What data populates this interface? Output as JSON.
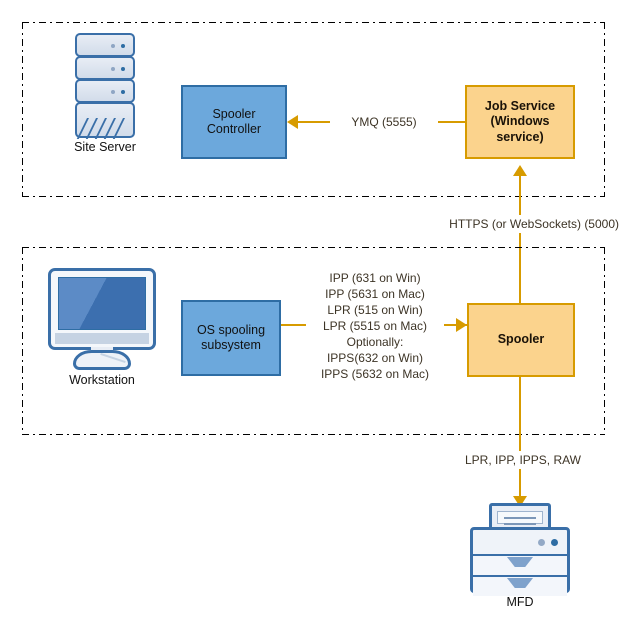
{
  "diagram": {
    "title": "Print architecture: Site Server and Workstation zones",
    "colors": {
      "blue_fill": "#6CA8DC",
      "blue_border": "#2E6DA4",
      "orange_fill": "#FBD38D",
      "orange_border": "#D79B00",
      "connector": "#D79B00",
      "zone_border": "#000000",
      "text": "#111111",
      "label_text": "#3D3426"
    }
  },
  "zones": [
    {
      "name": "site-server-zone"
    },
    {
      "name": "workstation-zone"
    }
  ],
  "nodes": {
    "site_server": {
      "caption": "Site Server",
      "icon": "server-stack-icon"
    },
    "spooler_controller": {
      "label": "Spooler\nController",
      "style": "blue"
    },
    "job_service": {
      "label": "Job Service\n(Windows\nservice)",
      "style": "orange"
    },
    "workstation": {
      "caption": "Workstation",
      "icon": "desktop-monitor-icon"
    },
    "os_spooling_subsystem": {
      "label": "OS spooling\nsubsystem",
      "style": "blue"
    },
    "spooler": {
      "label": "Spooler",
      "style": "orange"
    },
    "mfd": {
      "caption": "MFD",
      "icon": "printer-mfd-icon"
    }
  },
  "connections": {
    "ymq": {
      "label": "YMQ (5555)",
      "from": "job_service",
      "to": "spooler_controller",
      "direction": "left"
    },
    "https": {
      "label": "HTTPS (or WebSockets) (5000)",
      "from": "spooler",
      "to": "job_service",
      "direction": "up"
    },
    "spooling_ports": {
      "label": "IPP (631 on Win)\nIPP (5631 on Mac)\nLPR (515 on Win)\nLPR (5515 on Mac)\nOptionally:\nIPPS(632 on Win)\nIPPS (5632 on Mac)",
      "from": "os_spooling_subsystem",
      "to": "spooler",
      "direction": "right"
    },
    "printer_protocols": {
      "label": "LPR, IPP, IPPS, RAW",
      "from": "spooler",
      "to": "mfd",
      "direction": "down"
    }
  }
}
